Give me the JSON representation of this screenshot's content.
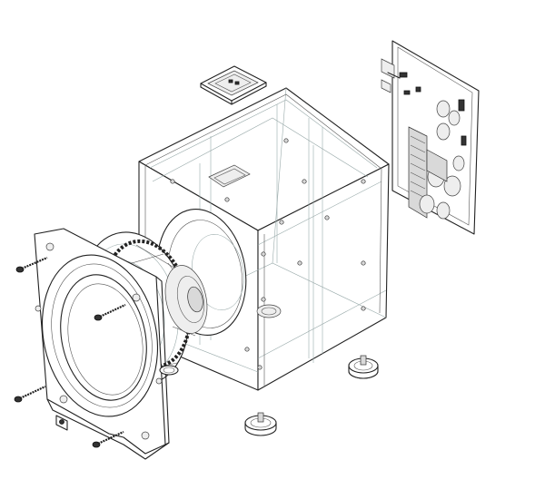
{
  "diagram": {
    "type": "exploded-view-line-drawing",
    "parts": [
      {
        "id": "cabinet",
        "icon": "cube-cabinet"
      },
      {
        "id": "front-baffle",
        "icon": "ring-baffle"
      },
      {
        "id": "woofer-driver",
        "icon": "speaker-driver"
      },
      {
        "id": "amplifier-board",
        "icon": "circuit-board"
      },
      {
        "id": "top-control-plate",
        "icon": "square-plate"
      },
      {
        "id": "feet",
        "icon": "round-foot",
        "count": 3
      },
      {
        "id": "screws",
        "icon": "screw",
        "count": 4
      }
    ],
    "colors": {
      "line": "#222222",
      "shade": "#d9d9d9",
      "background": "#ffffff"
    }
  }
}
